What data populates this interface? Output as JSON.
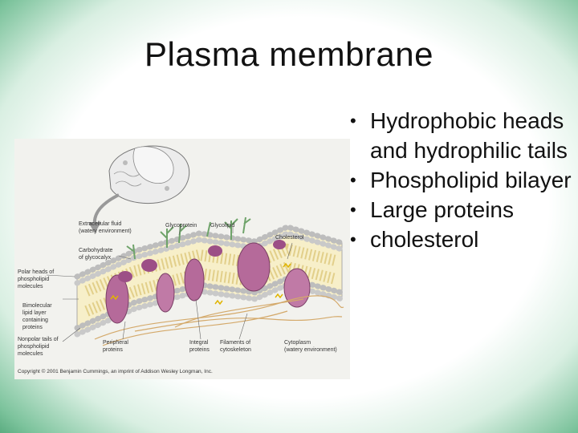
{
  "slide": {
    "title": "Plasma membrane",
    "bullets": [
      "Hydrophobic heads and hydrophilic tails",
      "Phospholipid bilayer",
      "Large proteins",
      "cholesterol"
    ],
    "bullet_glyph": "•"
  },
  "figure": {
    "labels": {
      "extracellular": "Extracellular fluid",
      "extracellular_sub": "(watery environment)",
      "glycoprotein": "Glycoprotein",
      "glycolipid": "Glycolipid",
      "cholesterol": "Cholesterol",
      "carbohydrate": "Carbohydrate",
      "carbohydrate_sub": "of glycocalyx",
      "polar_heads": "Polar heads of",
      "polar_heads_2": "phospholipid",
      "polar_heads_3": "molecules",
      "bimolecular": "Bimolecular",
      "bimolecular_2": "lipid layer",
      "bimolecular_3": "containing",
      "bimolecular_4": "proteins",
      "nonpolar": "Nonpolar tails of",
      "nonpolar_2": "phospholipid",
      "nonpolar_3": "molecules",
      "peripheral": "Peripheral",
      "peripheral_2": "proteins",
      "integral": "Integral",
      "integral_2": "proteins",
      "filaments": "Filaments of",
      "filaments_2": "cytoskeleton",
      "cytoplasm": "Cytoplasm",
      "cytoplasm_sub": "(watery environment)"
    },
    "copyright": "Copyright © 2001 Benjamin Cummings, an imprint of Addison Wesley Longman, Inc."
  },
  "colors": {
    "border_green": "#2f8f5c",
    "protein": "#b56a9a",
    "head": "#d8d8d8",
    "filament": "#d4a96a"
  }
}
